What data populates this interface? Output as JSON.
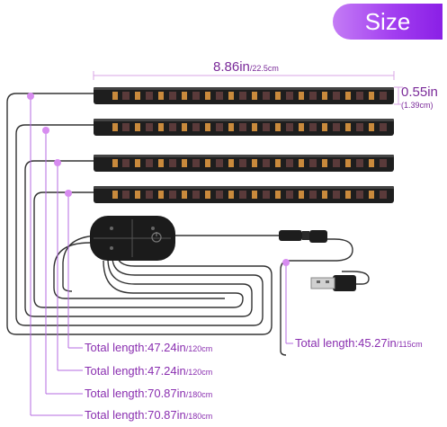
{
  "badge": {
    "label": "Size"
  },
  "strip_dimensions": {
    "length_in": "8.86in",
    "length_cm": "/22.5cm",
    "height_in": "0.55in",
    "height_cm": "(1.39cm)"
  },
  "cables": [
    {
      "label": "Total length:",
      "inch": "47.24in",
      "cm": "/120cm"
    },
    {
      "label": "Total length:",
      "inch": "47.24in",
      "cm": "/120cm"
    },
    {
      "label": "Total length:",
      "inch": "70.87in",
      "cm": "/180cm"
    },
    {
      "label": "Total length:",
      "inch": "70.87in",
      "cm": "/180cm"
    }
  ],
  "usb_cable": {
    "label": "Total length:",
    "inch": "45.27in",
    "cm": "/115cm"
  },
  "colors": {
    "accent": "#a23ef0",
    "label_text": "#8a2fb0",
    "strip_body": "#1e1e1e",
    "led_amber": "#c98a3c",
    "led_dark": "#3a2a2a",
    "cable": "#333333"
  },
  "icons": {
    "controller": "remote-control-icon",
    "usb": "usb-plug-icon",
    "connector": "cable-connector-icon"
  }
}
